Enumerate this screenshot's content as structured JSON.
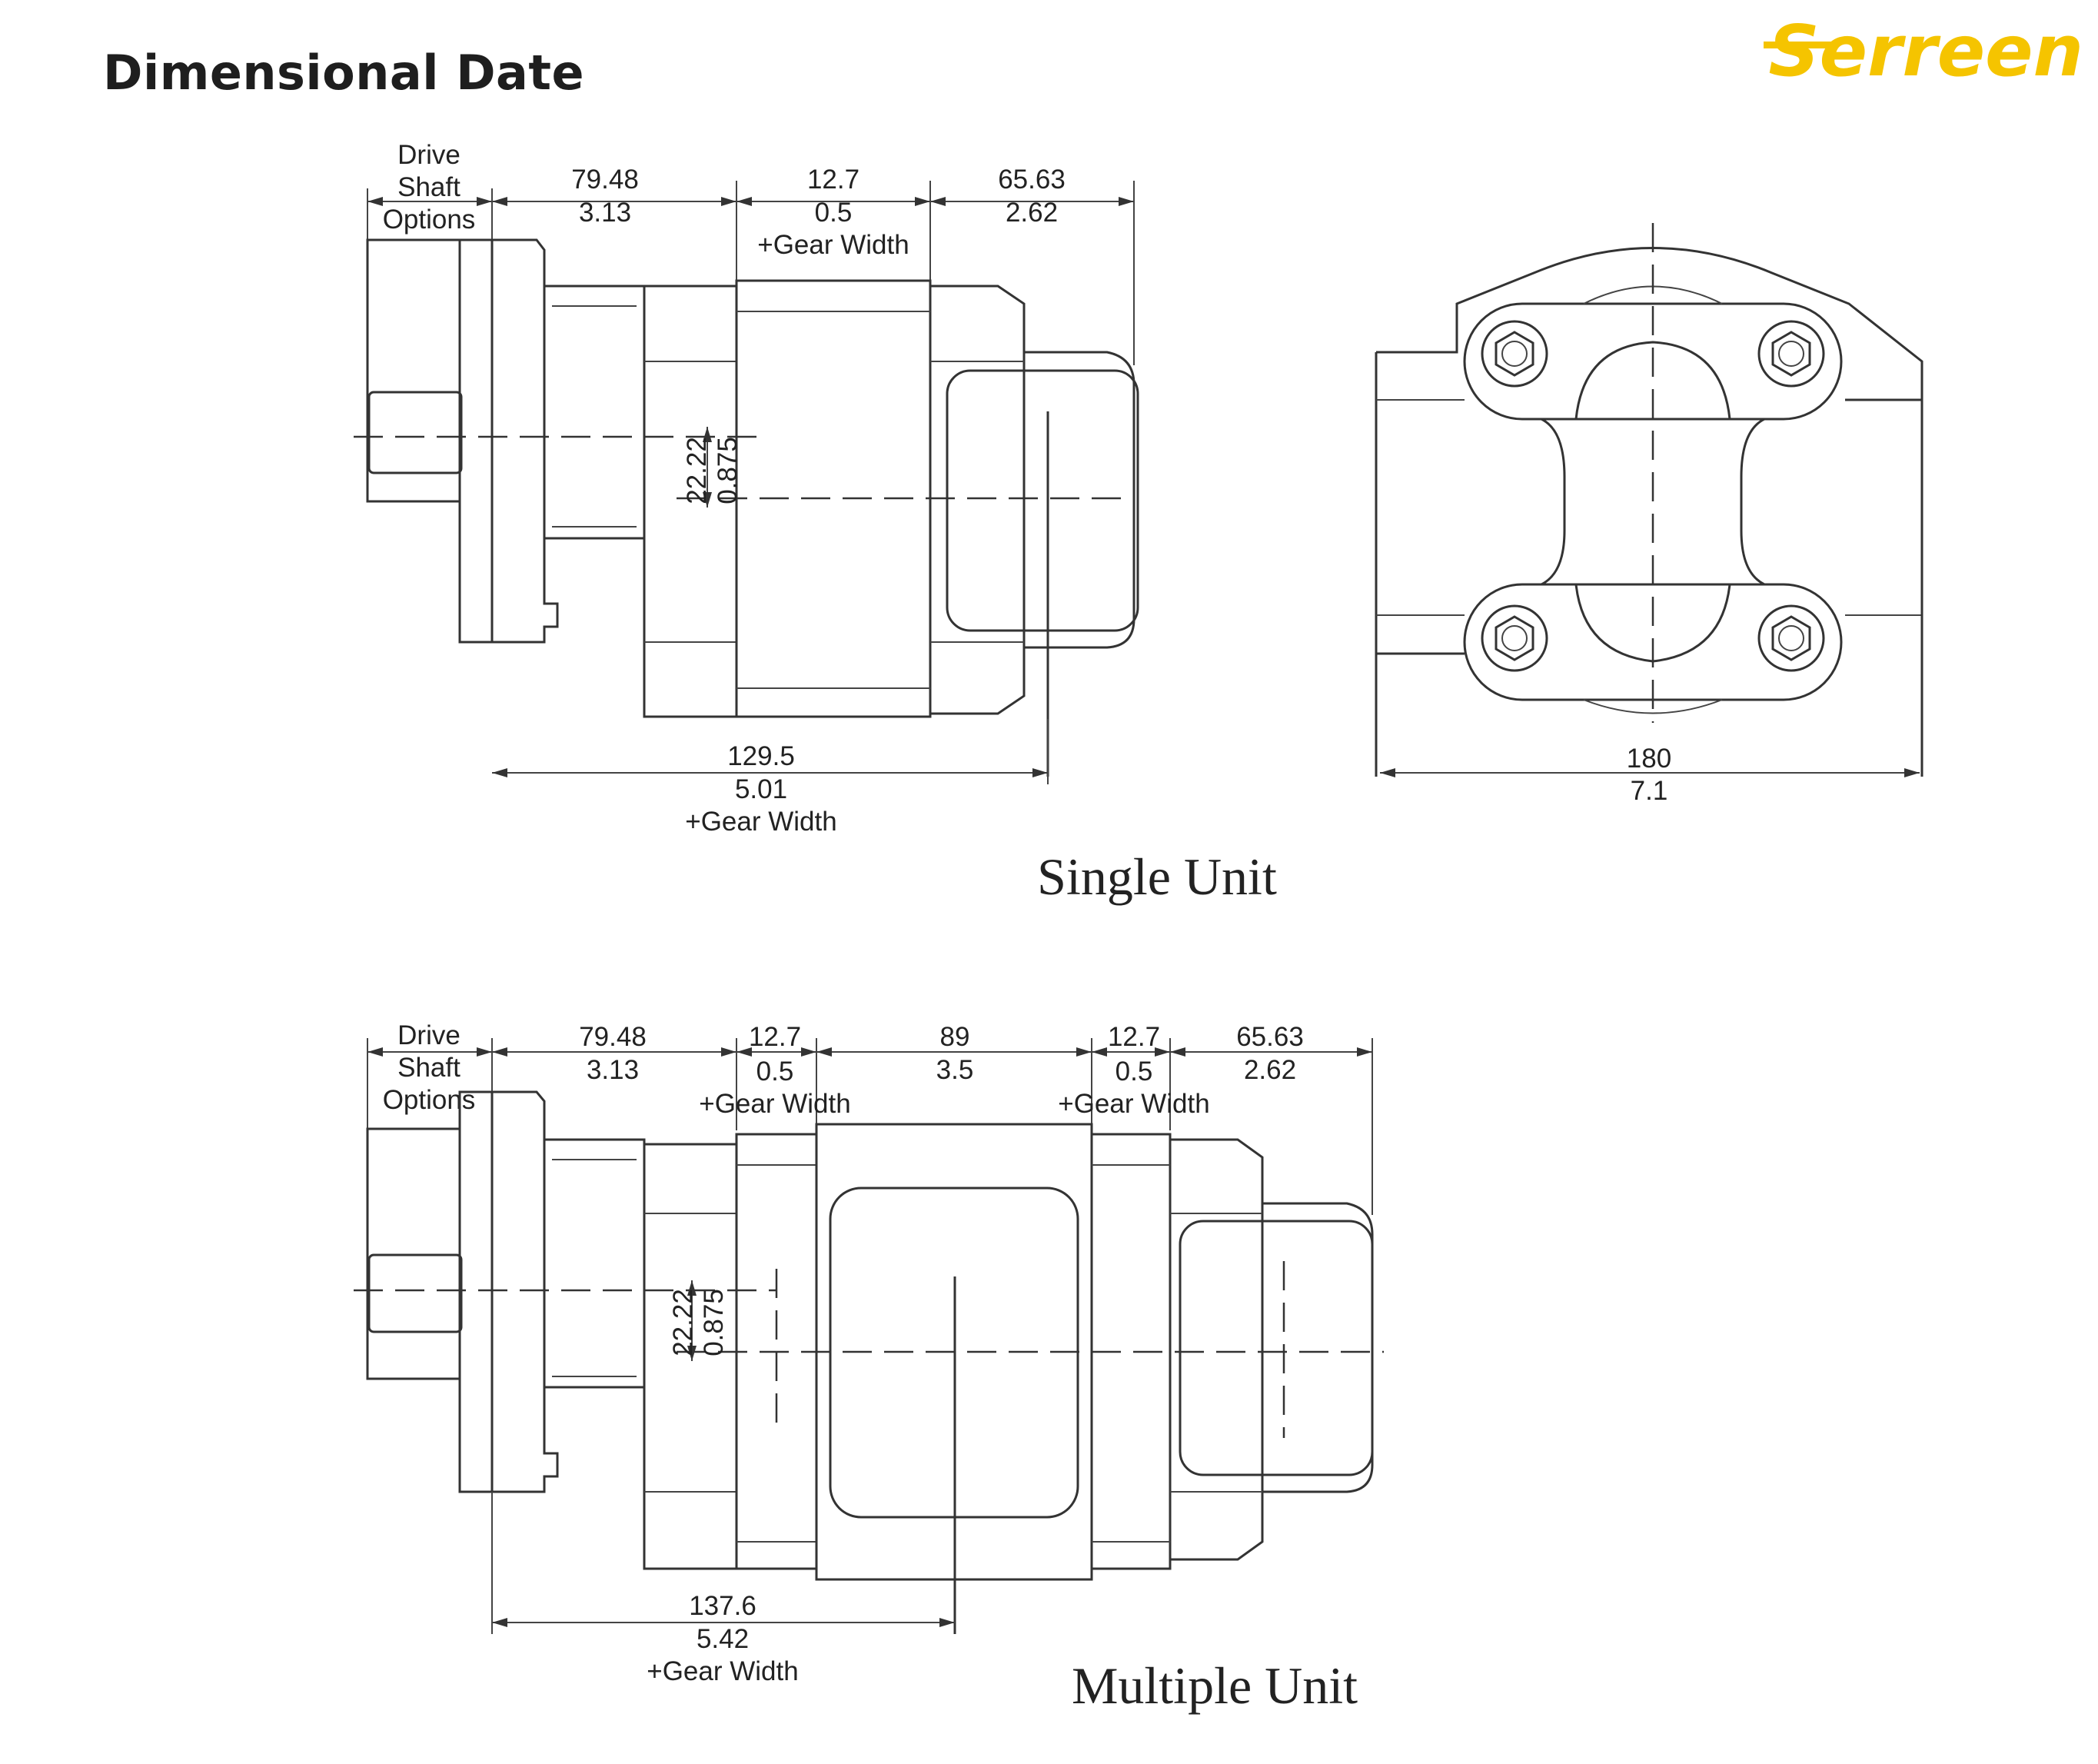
{
  "title": "Dimensional Date",
  "logo": {
    "text": "Serreen",
    "color": "#f5c400"
  },
  "colors": {
    "line": "#333333",
    "text": "#222222",
    "background": "#ffffff"
  },
  "single_unit": {
    "caption": "Single Unit",
    "drive_shaft": [
      "Drive",
      "Shaft",
      "Options"
    ],
    "dim_a": {
      "mm": "79.48",
      "in": "3.13"
    },
    "dim_gear": {
      "mm": "12.7",
      "in": "0.5",
      "note": "+Gear Width"
    },
    "dim_b": {
      "mm": "65.63",
      "in": "2.62"
    },
    "dim_offset": {
      "mm": "22.22",
      "in": "0.875"
    },
    "dim_total": {
      "mm": "129.5",
      "in": "5.01",
      "note": "+Gear Width"
    },
    "dim_width": {
      "mm": "180",
      "in": "7.1"
    }
  },
  "multiple_unit": {
    "caption": "Multiple Unit",
    "drive_shaft": [
      "Drive",
      "Shaft",
      "Options"
    ],
    "dim_a": {
      "mm": "79.48",
      "in": "3.13"
    },
    "dim_gear1": {
      "mm": "12.7",
      "in": "0.5",
      "note": "+Gear Width"
    },
    "dim_mid": {
      "mm": "89",
      "in": "3.5"
    },
    "dim_gear2": {
      "mm": "12.7",
      "in": "0.5",
      "note": "+Gear Width"
    },
    "dim_b": {
      "mm": "65.63",
      "in": "2.62"
    },
    "dim_offset": {
      "mm": "22.22",
      "in": "0.875"
    },
    "dim_total": {
      "mm": "137.6",
      "in": "5.42",
      "note": "+Gear Width"
    }
  }
}
